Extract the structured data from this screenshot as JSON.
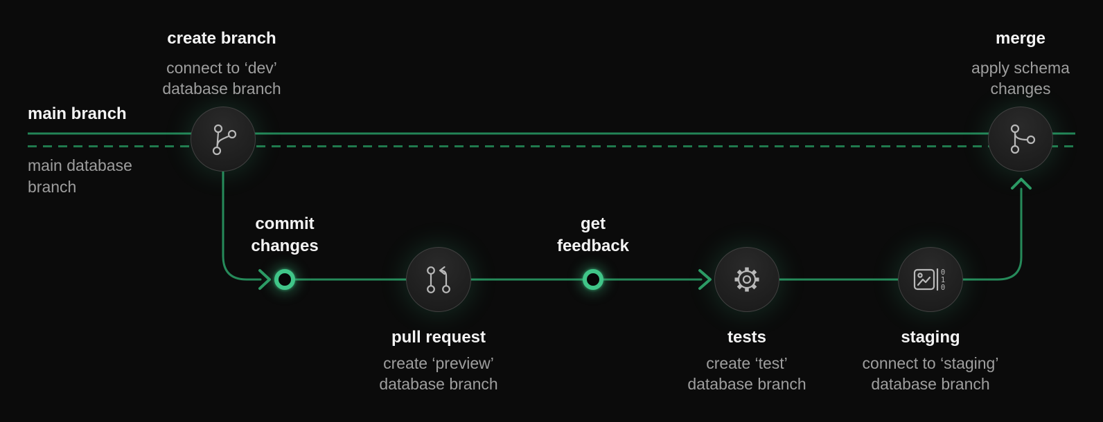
{
  "colors": {
    "background": "#0b0b0b",
    "main_branch_line": "#238557",
    "main_database_branch_line": "#207a4d",
    "feature_path_line": "#268a5a",
    "arrow_green": "#2c9a64",
    "ring_green": "#40c588",
    "node_fill": "#1f1f1f",
    "node_border": "#414141",
    "icon_stroke": "#b9b9b9",
    "title_text": "#f4f4f4",
    "subtitle_text": "#9e9e9e"
  },
  "labels": {
    "main_branch": "main branch",
    "main_database_branch": "main database branch"
  },
  "steps": {
    "create_branch": {
      "title": "create branch",
      "subtitle": "connect to ‘dev’ database branch",
      "icon": "git-branch-icon"
    },
    "commit_changes": {
      "title": "commit changes",
      "icon": "commit-ring"
    },
    "pull_request": {
      "title": "pull request",
      "subtitle": "create ‘preview’ database branch",
      "icon": "git-pull-request-icon"
    },
    "get_feedback": {
      "title": "get feedback",
      "icon": "feedback-ring"
    },
    "tests": {
      "title": "tests",
      "subtitle": "create ‘test’ database branch",
      "icon": "gear-icon"
    },
    "staging": {
      "title": "staging",
      "subtitle": "connect to ‘staging’ database branch",
      "icon": "data-preview-icon"
    },
    "merge": {
      "title": "merge",
      "subtitle": "apply schema changes",
      "icon": "git-merge-icon"
    }
  }
}
